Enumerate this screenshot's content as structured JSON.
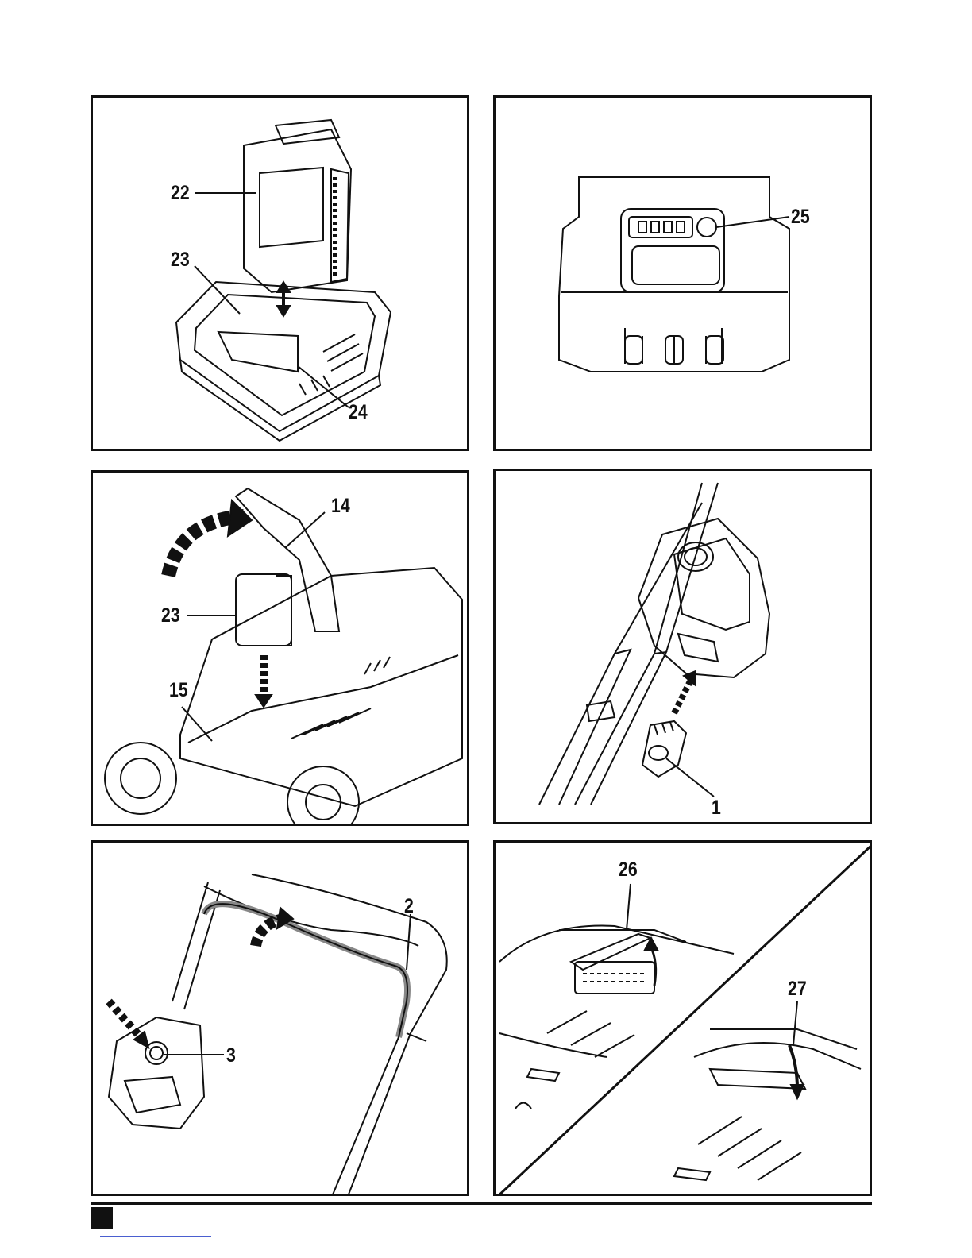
{
  "panels": [
    {
      "id": "charger",
      "callouts": [
        "22",
        "23",
        "24"
      ]
    },
    {
      "id": "battery-gauge",
      "callouts": [
        "25"
      ]
    },
    {
      "id": "battery-insert",
      "callouts": [
        "14",
        "23",
        "15"
      ]
    },
    {
      "id": "switch-box",
      "callouts": [
        "1"
      ]
    },
    {
      "id": "handle-start",
      "callouts": [
        "3",
        "2"
      ]
    },
    {
      "id": "height-adjust",
      "callouts": [
        "26",
        "27"
      ]
    }
  ]
}
